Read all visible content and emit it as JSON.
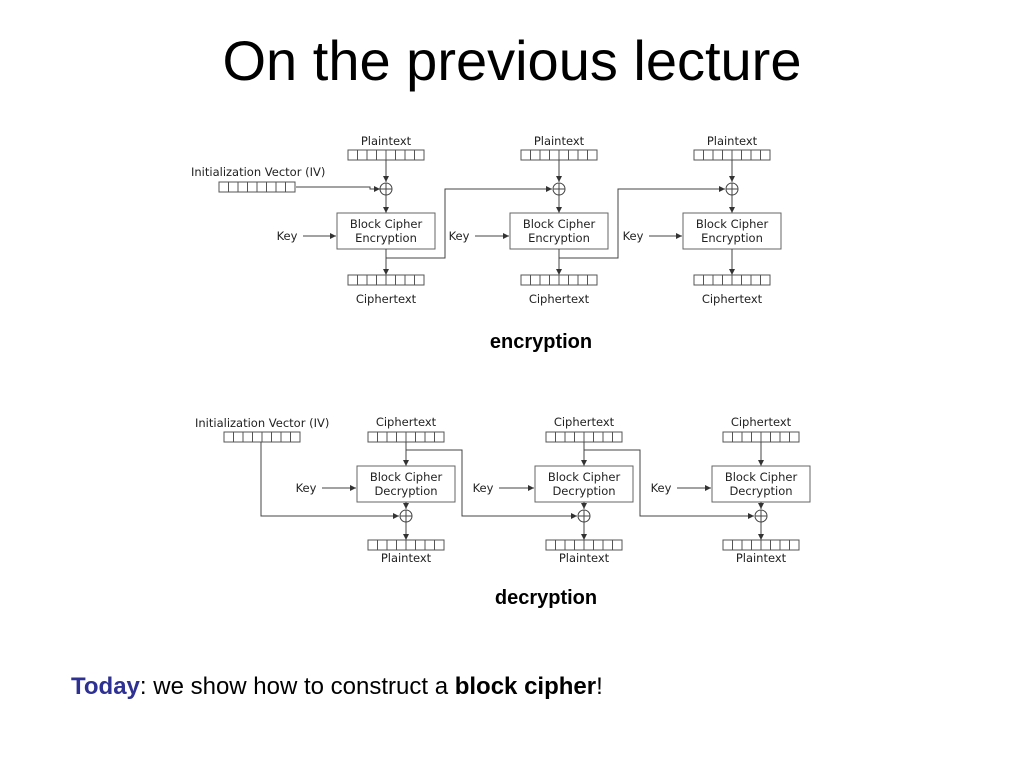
{
  "title": "On the previous lecture",
  "encryption": {
    "caption": "encryption",
    "iv_label": "Initialization Vector (IV)",
    "input_label": "Plaintext",
    "output_label": "Ciphertext",
    "key_label": "Key",
    "cipher_line1": "Block Cipher",
    "cipher_line2": "Encryption"
  },
  "decryption": {
    "caption": "decryption",
    "iv_label": "Initialization Vector (IV)",
    "input_label": "Ciphertext",
    "output_label": "Plaintext",
    "key_label": "Key",
    "cipher_line1": "Block Cipher",
    "cipher_line2": "Decryption"
  },
  "footer": {
    "today": "Today",
    "text1": ": we show how to construct a ",
    "bold": "block cipher",
    "text2": "!"
  }
}
